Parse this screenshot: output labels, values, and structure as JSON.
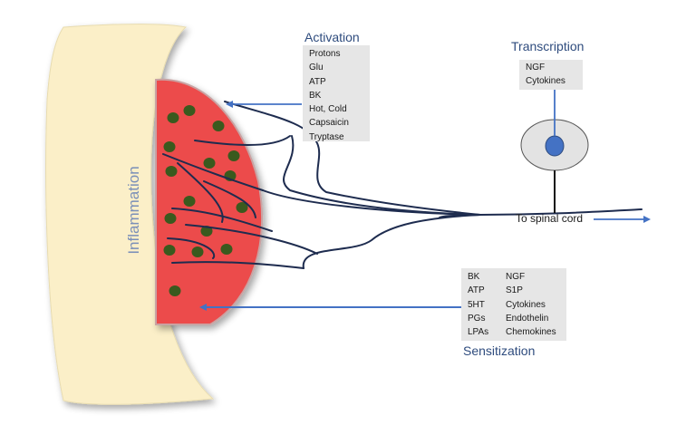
{
  "diagram": {
    "tissue_label": "Inflammation",
    "activation": {
      "title": "Activation",
      "items": [
        "Protons",
        "Glu",
        "ATP",
        "BK",
        "Hot, Cold",
        "Capsaicin",
        "Tryptase"
      ]
    },
    "transcription": {
      "title": "Transcription",
      "items": [
        "NGF",
        "Cytokines"
      ]
    },
    "sensitization": {
      "title": "Sensitization",
      "rows": [
        {
          "a": "BK",
          "b": "NGF"
        },
        {
          "a": "ATP",
          "b": "S1P"
        },
        {
          "a": "5HT",
          "b": "Cytokines"
        },
        {
          "a": "PGs",
          "b": "Endothelin"
        },
        {
          "a": "LPAs",
          "b": "Chemokines"
        }
      ]
    },
    "spinal_label": "To spinal cord",
    "colors": {
      "tissue_fill": "#fbefc8",
      "inflamed_fill": "#ec4b4b",
      "cell_dots": "#3a5a1e",
      "nerve": "#1e2c4f",
      "arrow": "#4472c4",
      "label": "#2f4c7e",
      "box": "#e6e6e6"
    }
  }
}
